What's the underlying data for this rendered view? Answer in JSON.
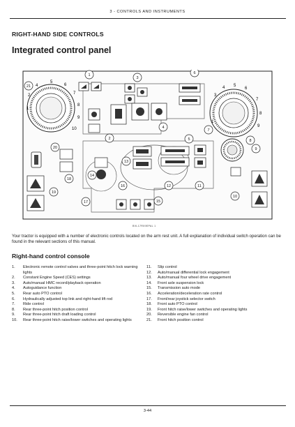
{
  "header": {
    "title": "3 - CONTROLS AND INSTRUMENTS"
  },
  "section_title": "RIGHT-HAND SIDE CONTROLS",
  "heading": "Integrated control panel",
  "figure": {
    "callouts": [
      "1",
      "2",
      "3",
      "4",
      "5",
      "6",
      "7",
      "8",
      "9",
      "10",
      "11",
      "12",
      "13",
      "14",
      "15",
      "16",
      "17",
      "18",
      "19",
      "20",
      "21"
    ],
    "dial_marks": [
      "1",
      "2",
      "3",
      "4",
      "5",
      "6",
      "7",
      "8",
      "9",
      "10"
    ],
    "figure_id": "BVL17R09EPAL   1"
  },
  "intro_text": "Your tractor is equipped with a number of electronic controls located on the arm rest unit. A full explanation of individual switch operation can be found in the relevant sections of this manual.",
  "list_heading": "Right-hand control console",
  "list_left": [
    {
      "num": "1.",
      "text": "Electronic remote control valves and three-point hitch lock warning lights"
    },
    {
      "num": "2.",
      "text": "Constant Engine Speed (CES) settings"
    },
    {
      "num": "3.",
      "text": "Auto/manual HMC record/playback operation"
    },
    {
      "num": "4.",
      "text": "Autoguidance function"
    },
    {
      "num": "5.",
      "text": "Rear auto PTO control"
    },
    {
      "num": "6.",
      "text": "Hydraulically adjusted top link and right-hand lift rod"
    },
    {
      "num": "7.",
      "text": "Ride control"
    },
    {
      "num": "8.",
      "text": "Rear three-point hitch position control"
    },
    {
      "num": "9.",
      "text": "Rear three-point hitch draft loading control"
    },
    {
      "num": "10.",
      "text": "Rear three-point hitch raise/lower switches and operating lights"
    }
  ],
  "list_right": [
    {
      "num": "11.",
      "text": "Slip control"
    },
    {
      "num": "12.",
      "text": "Auto/manual differential lock engagement"
    },
    {
      "num": "13.",
      "text": "Auto/manual four wheel drive engagement"
    },
    {
      "num": "14.",
      "text": "Front axle suspension lock"
    },
    {
      "num": "15.",
      "text": "Transmission auto mode"
    },
    {
      "num": "16.",
      "text": "Acceleration/deceleration rate control"
    },
    {
      "num": "17.",
      "text": "Front/rear joystick selector switch"
    },
    {
      "num": "18.",
      "text": "Front auto PTO control"
    },
    {
      "num": "19.",
      "text": "Front hitch raise/lower switches and operating lights"
    },
    {
      "num": "20.",
      "text": "Reversible engine fan control"
    },
    {
      "num": "21.",
      "text": "Front hitch position control"
    }
  ],
  "page_number": "3-44"
}
